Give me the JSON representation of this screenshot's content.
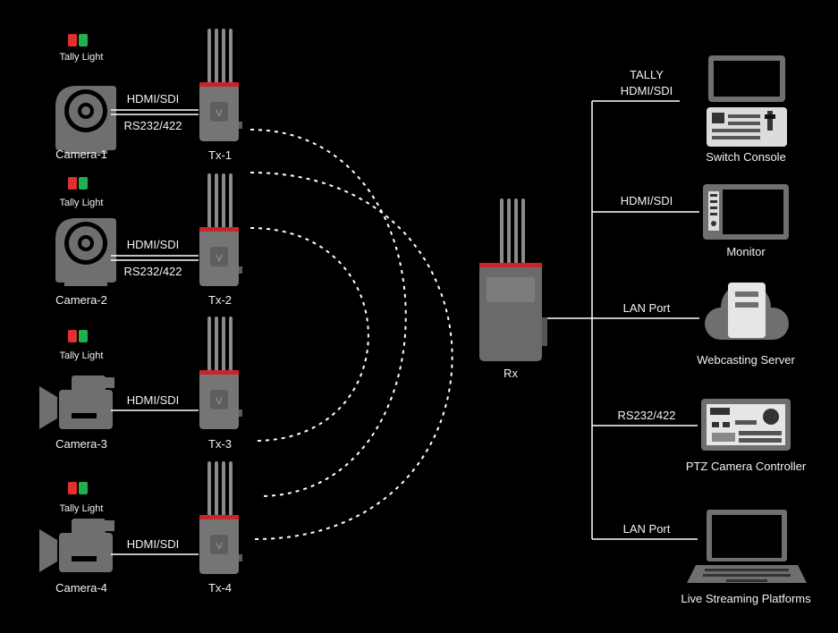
{
  "colors": {
    "background": "#000000",
    "device_gray": "#6f6f6f",
    "tx_body": "#7a7a7a",
    "accent_red": "#c8252b",
    "tally_red": "#e03030",
    "tally_green": "#20b050",
    "line": "#ffffff"
  },
  "sources": [
    {
      "tally": "Tally Light",
      "camera": "Camera-1",
      "tx": "Tx-1",
      "link_top": "HDMI/SDI",
      "link_bottom": "RS232/422",
      "icon": "camera-round-icon"
    },
    {
      "tally": "Tally Light",
      "camera": "Camera-2",
      "tx": "Tx-2",
      "link_top": "HDMI/SDI",
      "link_bottom": "RS232/422",
      "icon": "camera-round-icon"
    },
    {
      "tally": "Tally Light",
      "camera": "Camera-3",
      "tx": "Tx-3",
      "link_top": "HDMI/SDI",
      "icon": "camcorder-icon"
    },
    {
      "tally": "Tally Light",
      "camera": "Camera-4",
      "tx": "Tx-4",
      "link_top": "HDMI/SDI",
      "icon": "camcorder-icon"
    }
  ],
  "receiver": {
    "label": "Rx"
  },
  "outputs": [
    {
      "link_line1": "TALLY",
      "link_line2": "HDMI/SDI",
      "device": "Switch Console",
      "icon": "switch-console-icon"
    },
    {
      "link": "HDMI/SDI",
      "device": "Monitor",
      "icon": "monitor-icon"
    },
    {
      "link": "LAN Port",
      "device": "Webcasting Server",
      "icon": "cloud-server-icon"
    },
    {
      "link": "RS232/422",
      "device": "PTZ Camera Controller",
      "icon": "ptz-controller-icon"
    },
    {
      "link": "LAN Port",
      "device": "Live Streaming Platforms",
      "icon": "laptop-icon"
    }
  ]
}
